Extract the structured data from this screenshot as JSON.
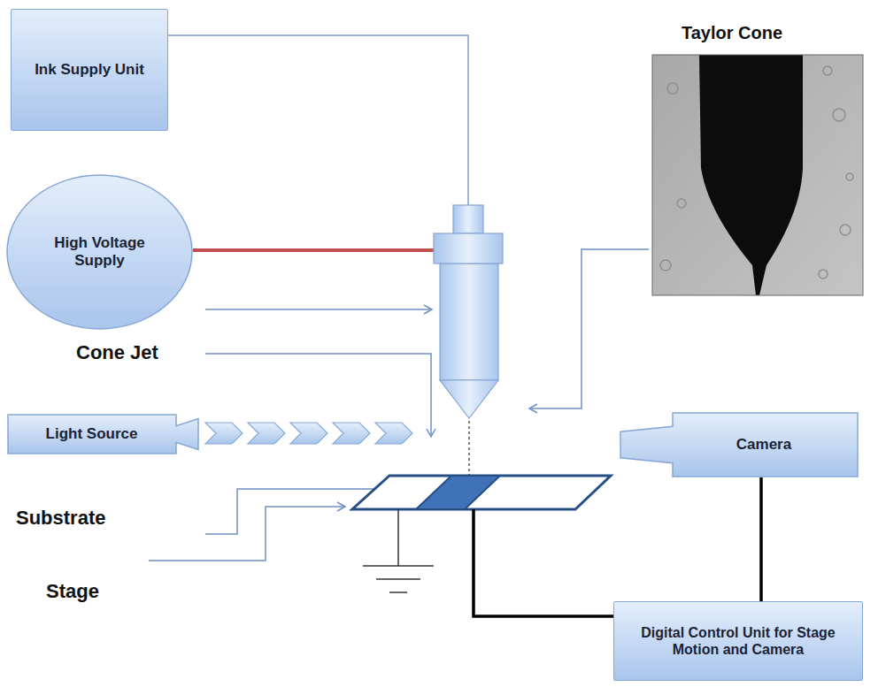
{
  "diagram": {
    "nodes": [
      {
        "text": [
          "Ink Supply Unit"
        ]
      },
      {
        "text": [
          "High Voltage Supply"
        ]
      },
      {
        "text": [
          "Light Source"
        ]
      },
      {
        "text": [
          "Camera"
        ]
      },
      {
        "text": [
          "Digital Control Unit for Stage Motion and Camera"
        ]
      }
    ],
    "edges": [
      {
        "from": 3,
        "to": 4,
        "arrow": "none"
      }
    ],
    "labels": [
      "Taylor Cone",
      "Cone Jet",
      "Substrate",
      "Stage"
    ]
  }
}
